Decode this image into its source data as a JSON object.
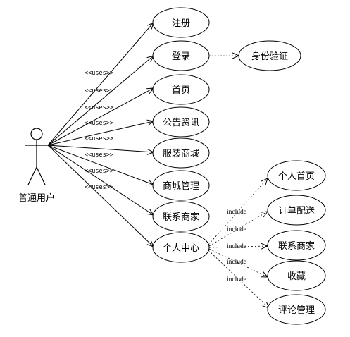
{
  "actor": {
    "label": "普通用户"
  },
  "use_cases": [
    {
      "label": "注册"
    },
    {
      "label": "登录"
    },
    {
      "label": "首页"
    },
    {
      "label": "公告资讯"
    },
    {
      "label": "服装商城"
    },
    {
      "label": "商城管理"
    },
    {
      "label": "联系商家"
    },
    {
      "label": "个人中心"
    }
  ],
  "extra_use_case": {
    "label": "身份验证"
  },
  "personal_center_children": [
    {
      "label": "个人首页"
    },
    {
      "label": "订单配送"
    },
    {
      "label": "联系商家"
    },
    {
      "label": "收藏"
    },
    {
      "label": "评论管理"
    }
  ],
  "uses_stereotype": "<<uses>>",
  "include_label": "include"
}
